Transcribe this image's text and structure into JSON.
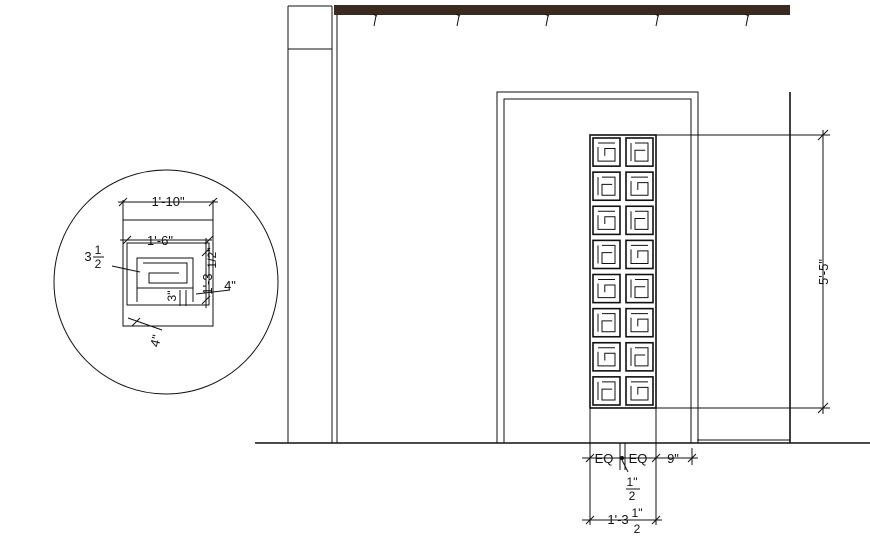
{
  "colors": {
    "line": "#111111",
    "roof_band": "#3a2a1f",
    "background": "#ffffff"
  },
  "detail": {
    "width_outer": "1'-10\"",
    "width_inner": "1'-6\"",
    "left_fraction_whole": "3",
    "left_fraction_num": "1",
    "left_fraction_den": "2",
    "height_main": "1'-3",
    "height_frac": "1/2\"",
    "small_1": "3\"",
    "small_2": "4\"",
    "bottom": "4\""
  },
  "elevation": {
    "height": "5'-5\"",
    "eq_left": "EQ",
    "eq_right": "EQ",
    "gap": "9\"",
    "joint_num": "1\"",
    "joint_den": "2",
    "total_main": "1'-3",
    "total_num": "1\"",
    "total_den": "2"
  },
  "jali": {
    "rows": 8,
    "cols": 2
  }
}
